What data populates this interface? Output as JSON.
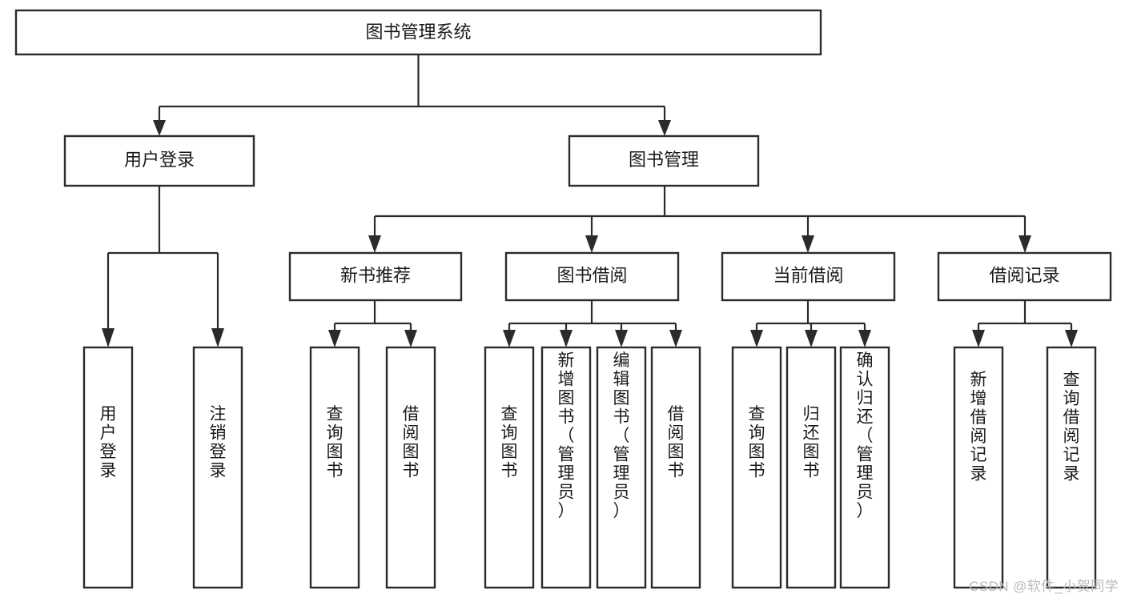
{
  "diagram": {
    "type": "tree",
    "title": "图书管理系统",
    "root": {
      "id": "root",
      "label": "图书管理系统",
      "orientation": "horizontal"
    },
    "level2": [
      {
        "id": "user-login",
        "label": "用户登录",
        "orientation": "horizontal"
      },
      {
        "id": "book-management",
        "label": "图书管理",
        "orientation": "horizontal"
      }
    ],
    "level3": [
      {
        "id": "new-book-recommend",
        "label": "新书推荐",
        "parent": "book-management",
        "orientation": "horizontal"
      },
      {
        "id": "book-borrow",
        "label": "图书借阅",
        "parent": "book-management",
        "orientation": "horizontal"
      },
      {
        "id": "current-borrow",
        "label": "当前借阅",
        "parent": "book-management",
        "orientation": "horizontal"
      },
      {
        "id": "borrow-record",
        "label": "借阅记录",
        "parent": "book-management",
        "orientation": "horizontal"
      }
    ],
    "leaves": [
      {
        "id": "leaf-user-login",
        "label": "用户登录",
        "parent": "user-login",
        "orientation": "vertical"
      },
      {
        "id": "leaf-logout-login",
        "label": "注销登录",
        "parent": "user-login",
        "orientation": "vertical"
      },
      {
        "id": "leaf-query-book-1",
        "label": "查询图书",
        "parent": "new-book-recommend",
        "orientation": "vertical"
      },
      {
        "id": "leaf-borrow-book-1",
        "label": "借阅图书",
        "parent": "new-book-recommend",
        "orientation": "vertical"
      },
      {
        "id": "leaf-query-book-2",
        "label": "查询图书",
        "parent": "book-borrow",
        "orientation": "vertical"
      },
      {
        "id": "leaf-add-book",
        "label": "新增图书（管理员）",
        "parent": "book-borrow",
        "orientation": "vertical"
      },
      {
        "id": "leaf-edit-book",
        "label": "编辑图书（管理员）",
        "parent": "book-borrow",
        "orientation": "vertical"
      },
      {
        "id": "leaf-borrow-book-2",
        "label": "借阅图书",
        "parent": "book-borrow",
        "orientation": "vertical"
      },
      {
        "id": "leaf-query-book-3",
        "label": "查询图书",
        "parent": "current-borrow",
        "orientation": "vertical"
      },
      {
        "id": "leaf-return-book",
        "label": "归还图书",
        "parent": "current-borrow",
        "orientation": "vertical"
      },
      {
        "id": "leaf-confirm-return",
        "label": "确认归还（管理员）",
        "parent": "current-borrow",
        "orientation": "vertical"
      },
      {
        "id": "leaf-add-record",
        "label": "新增借阅记录",
        "parent": "borrow-record",
        "orientation": "vertical"
      },
      {
        "id": "leaf-query-record",
        "label": "查询借阅记录",
        "parent": "borrow-record",
        "orientation": "vertical"
      }
    ],
    "colors": {
      "background": "#ffffff",
      "box_fill": "#ffffff",
      "box_stroke": "#2b2b2b",
      "connector": "#2b2b2b",
      "text": "#1a1a1a",
      "watermark": "#b9b9b9"
    }
  },
  "watermark": {
    "text": "CSDN @软件_小贺同学"
  }
}
